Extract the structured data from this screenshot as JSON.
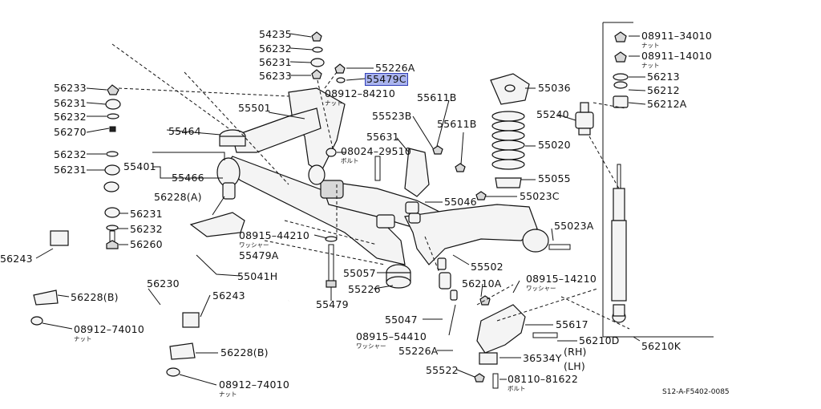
{
  "labels": {
    "p54235": "54235",
    "p56232a": "56232",
    "p56231a": "56231",
    "p56233a": "56233",
    "p55226a_top": "55226A",
    "p55479c": "55479C",
    "p08912_84210": "08912–84210",
    "nut1": "ナット",
    "p56233b": "56233",
    "p56231b": "56231",
    "p56232b": "56232",
    "p56270": "56270",
    "p56232c": "56232",
    "p56231c": "56231",
    "p55501": "55501",
    "p55464": "55464",
    "p55401": "55401",
    "p55466": "55466",
    "p56228a": "56228(A)",
    "p56231d": "56231",
    "p56232d": "56232",
    "p56260": "56260",
    "p56243a": "56243",
    "p08915_44210": "08915–44210",
    "washer1": "ワッシャー",
    "p55479a": "55479A",
    "p55041h": "55041H",
    "p56230": "56230",
    "p56243b": "56243",
    "p56228b1": "56228(B)",
    "p08912_74010a": "08912–74010",
    "nut2": "ナット",
    "p56228b2": "56228(B)",
    "p08912_74010b": "08912–74010",
    "nut3": "ナット",
    "p55523b": "55523B",
    "p55611b1": "55611B",
    "p55611b2": "55611B",
    "p55631": "55631",
    "p08024_29510": "08024–29510",
    "bolt1": "ボルト",
    "p55046": "55046",
    "p55057": "55057",
    "p55226": "55226",
    "p55479": "55479",
    "p55036": "55036",
    "p55020": "55020",
    "p55055": "55055",
    "p55023c": "55023C",
    "p55023a": "55023A",
    "p55502": "55502",
    "p56210a": "56210A",
    "p08915_14210": "08915–14210",
    "washer2": "ワッシャー",
    "p55047": "55047",
    "p08915_54410": "08915–54410",
    "washer3": "ワッシャー",
    "p55226a_bot": "55226A",
    "p55617": "55617",
    "p56210d": "56210D",
    "p36534y": "36534Y",
    "rh": "(RH)",
    "lh": "(LH)",
    "p55522": "55522",
    "p08110_81622": "08110–81622",
    "bolt2": "ボルト",
    "p55240": "55240",
    "p08911_34010": "08911–34010",
    "nut4": "ナット",
    "p08911_14010": "08911–14010",
    "nut5": "ナット",
    "p56213": "56213",
    "p56212": "56212",
    "p56212a": "56212A",
    "p56210k": "56210K"
  },
  "diagram_code": "S12-A-F5402-0085",
  "highlighted_part": "55479C"
}
